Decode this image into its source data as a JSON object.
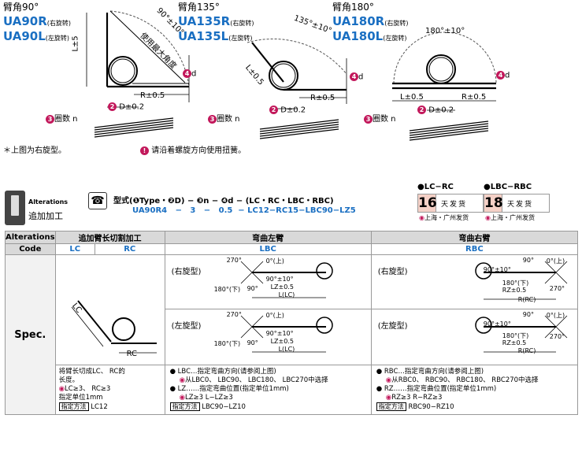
{
  "figures": [
    {
      "angle_label": "臂角90°",
      "right_code": "UA90R",
      "right_suffix": "(右旋转)",
      "left_code": "UA90L",
      "left_suffix": "(左旋转)",
      "labels": {
        "angle": "90°±10°",
        "direction_note": "使用最大角度",
        "L": "L±5",
        "R": "R±0.5",
        "D": "D±0.2",
        "d": "d"
      }
    },
    {
      "angle_label": "臂角135°",
      "right_code": "UA135R",
      "right_suffix": "(右旋转)",
      "left_code": "UA135L",
      "left_suffix": "(左旋转)",
      "labels": {
        "angle": "135°±10°",
        "L": "L±0.5",
        "R": "R±0.5",
        "D": "D±0.2",
        "d": "d"
      }
    },
    {
      "angle_label": "臂角180°",
      "right_code": "UA180R",
      "right_suffix": "(右旋转)",
      "left_code": "UA180L",
      "left_suffix": "(左旋转)",
      "labels": {
        "angle": "180°±10°",
        "L": "L±0.5",
        "R": "R±0.5",
        "D": "D±0.2",
        "d": "d"
      }
    }
  ],
  "coil_label": "圈数 n",
  "coil_num": "3",
  "d_num": "2",
  "d_small_num": "4",
  "note_right_hand": "＊上图为右旋型。",
  "note_twist": "请沿着螺旋方向使用扭簧。",
  "alterations": {
    "title_en": "Alterations",
    "title_cn": "追加加工",
    "formula": "型式(❶Type・❷D) − ❸n − ❹d − (LC・RC・LBC・RBC)",
    "example": "UA90R4   −   3   −   0.5  − LC12−RC15−LBC90−LZ5"
  },
  "delivery": [
    {
      "title": "●LC−RC",
      "days": "16",
      "label": "天发货",
      "area": "上海・广州发货"
    },
    {
      "title": "●LBC−RBC",
      "days": "18",
      "label": "天发货",
      "area": "上海・广州发货"
    }
  ],
  "table": {
    "headers": {
      "col0": "Alterations",
      "col1": "追加臂长切割加工",
      "col2": "弯曲左臂",
      "col3": "弯曲右臂"
    },
    "codes": {
      "col0": "Code",
      "lc": "LC",
      "rc": "RC",
      "lbc": "LBC",
      "rbc": "RBC"
    },
    "spec_label": "Spec.",
    "right_type": "(右旋型)",
    "left_type": "(左旋型)",
    "lbc_angles": {
      "a270": "270°",
      "a0": "0°(上)",
      "a180": "180°(下)",
      "a90": "90°",
      "a90tol": "90°±10°",
      "lz": "LZ±0.5",
      "llc": "L(LC)"
    },
    "rbc_angles": {
      "a90": "90°",
      "a0": "0°(上)",
      "a90tol": "90°±10°",
      "a180": "180°(下)",
      "rz": "RZ±0.5",
      "a270": "270°",
      "rrc": "R(RC)"
    },
    "lc_desc": [
      "将臂长切成LC、 RC的",
      "长度。",
      "LC≥3、 RC≥3",
      "指定单位1mm"
    ],
    "lc_method_label": "指定方法",
    "lc_method": "LC12",
    "lbc_desc": [
      "● LBC…指定弯曲方向(请参阅上图)",
      "从LBC0、 LBC90、 LBC180、 LBC270中选择",
      "● LZ……指定弯曲位置(指定单位1mm)",
      "LZ≥3  L−LZ≥3"
    ],
    "lbc_method_label": "指定方法",
    "lbc_method": "LBC90−LZ10",
    "rbc_desc": [
      "● RBC…指定弯曲方向(请参阅上图)",
      "从RBC0、 RBC90、 RBC180、 RBC270中选择",
      "● RZ……指定弯曲位置(指定单位1mm)",
      "RZ≥3   R−RZ≥3"
    ],
    "rbc_method_label": "指定方法",
    "rbc_method": "RBC90−RZ10"
  }
}
